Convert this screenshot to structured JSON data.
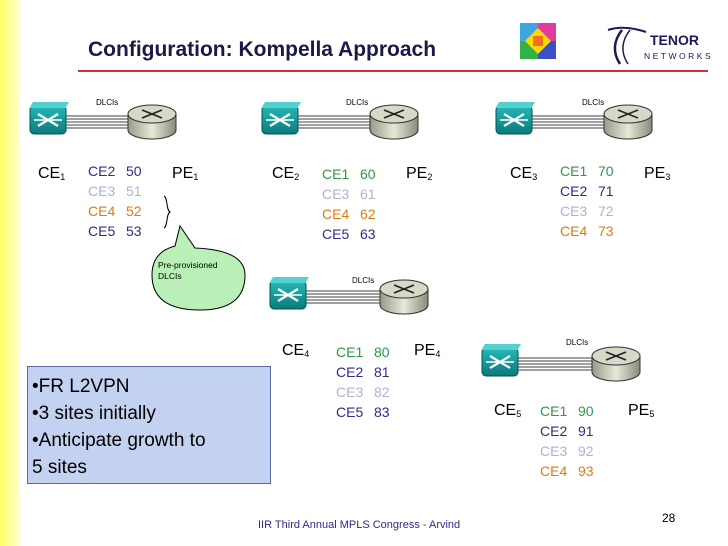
{
  "title": "Configuration: Kompella Approach",
  "logo": {
    "main": "TENOR",
    "sub": "NETWORKS"
  },
  "link_label": "DLCIs",
  "colors": {
    "accent_rule": "#cc3333",
    "ce1": "#2e9a47",
    "ce2": "#2c2c8c",
    "ce3": "#b0b0d8",
    "ce4": "#e07a10",
    "box": "#c4d2f2"
  },
  "sites": [
    {
      "ce": "CE",
      "ce_sub": "1",
      "pe": "PE",
      "pe_sub": "1",
      "rows": [
        {
          "ce": "CE2",
          "dlci": "50"
        },
        {
          "ce": "CE3",
          "dlci": "51"
        },
        {
          "ce": "CE4",
          "dlci": "52"
        },
        {
          "ce": "CE5",
          "dlci": "53"
        }
      ]
    },
    {
      "ce": "CE",
      "ce_sub": "2",
      "pe": "PE",
      "pe_sub": "2",
      "rows": [
        {
          "ce": "CE1",
          "dlci": "60"
        },
        {
          "ce": "CE3",
          "dlci": "61"
        },
        {
          "ce": "CE4",
          "dlci": "62"
        },
        {
          "ce": "CE5",
          "dlci": "63"
        }
      ]
    },
    {
      "ce": "CE",
      "ce_sub": "3",
      "pe": "PE",
      "pe_sub": "3",
      "rows": [
        {
          "ce": "CE1",
          "dlci": "70"
        },
        {
          "ce": "CE2",
          "dlci": "71"
        },
        {
          "ce": "CE3",
          "dlci": "72"
        },
        {
          "ce": "CE4",
          "dlci": "73"
        }
      ]
    },
    {
      "ce": "CE",
      "ce_sub": "4",
      "pe": "PE",
      "pe_sub": "4",
      "rows": [
        {
          "ce": "CE1",
          "dlci": "80"
        },
        {
          "ce": "CE2",
          "dlci": "81"
        },
        {
          "ce": "CE3",
          "dlci": "82"
        },
        {
          "ce": "CE5",
          "dlci": "83"
        }
      ]
    },
    {
      "ce": "CE",
      "ce_sub": "5",
      "pe": "PE",
      "pe_sub": "5",
      "rows": [
        {
          "ce": "CE1",
          "dlci": "90"
        },
        {
          "ce": "CE2",
          "dlci": "91"
        },
        {
          "ce": "CE3",
          "dlci": "92"
        },
        {
          "ce": "CE4",
          "dlci": "93"
        }
      ]
    }
  ],
  "callout": {
    "line1": "Pre-provisioned",
    "line2": "DLCIs"
  },
  "bullets": [
    "•FR L2VPN",
    "•3 sites initially",
    "•Anticipate growth to",
    "5 sites"
  ],
  "footer": "IIR Third  Annual MPLS Congress - Arvind",
  "page_number": "28"
}
